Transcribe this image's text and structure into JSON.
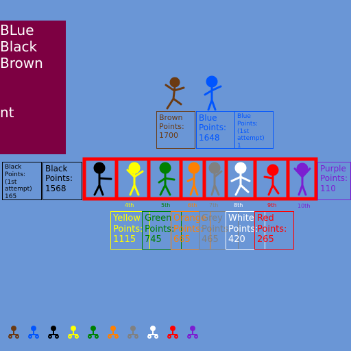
{
  "winners": [
    "BLue",
    "Black",
    "Brown",
    "nt"
  ],
  "colors": {
    "background": "#6a96d6",
    "banner": "#7d0042",
    "cage": "#ff0000",
    "black": "#000000",
    "yellow": "#ffff00",
    "green": "#008000",
    "orange": "#ff8000",
    "grey": "#808080",
    "white": "#ffffff",
    "red": "#ff0000",
    "purple": "#7b1fd1",
    "brown": "#6b3a11",
    "blue": "#0055ff"
  },
  "podium_cards": {
    "brown": [
      "Brown",
      "Points:",
      "1700"
    ],
    "blue": [
      "Blue",
      "Points:",
      "1648"
    ],
    "blue_attempt": [
      "Blue",
      "Points:",
      "(1st",
      "attempt)",
      "1"
    ]
  },
  "side_cards": {
    "black_attempt": [
      "Black",
      "Points:",
      "(1st",
      "attempt)",
      "165"
    ],
    "black": [
      "Black",
      "Points:",
      "1568"
    ],
    "purple": [
      "Purple",
      "Points:",
      "110"
    ]
  },
  "lineup": [
    {
      "id": "black",
      "icon": "black-stickman-icon",
      "rank": ""
    },
    {
      "id": "yellow",
      "icon": "yellow-stickman-icon",
      "rank": "4th"
    },
    {
      "id": "green",
      "icon": "green-stickman-icon",
      "rank": "5th"
    },
    {
      "id": "orange",
      "icon": "orange-stickman-icon",
      "rank": "6th"
    },
    {
      "id": "grey",
      "icon": "grey-stickman-icon",
      "rank": "7th"
    },
    {
      "id": "white",
      "icon": "white-stickman-icon",
      "rank": "8th"
    },
    {
      "id": "red",
      "icon": "red-stickman-icon",
      "rank": "9th"
    },
    {
      "id": "purple",
      "icon": "purple-stickman-icon",
      "rank": "10th"
    }
  ],
  "score_cards": {
    "yellow": [
      "Yellow",
      "Points:",
      "1115"
    ],
    "green": [
      "Green",
      "Points:",
      "745"
    ],
    "orange": [
      "Orange",
      "Points:",
      "665"
    ],
    "grey": [
      "Grey",
      "Points:",
      "465"
    ],
    "white": [
      "White",
      "Points:",
      "420"
    ],
    "red": [
      "Red",
      "Points:",
      "265"
    ]
  },
  "bottom_icons": [
    "brown-mini-icon",
    "blue-mini-icon",
    "white-mini-icon",
    "yellow-mini-icon",
    "green-mini-icon",
    "orange-mini-icon",
    "grey-mini-icon",
    "white-mini-icon",
    "red-mini-icon",
    "purple-mini-icon"
  ]
}
